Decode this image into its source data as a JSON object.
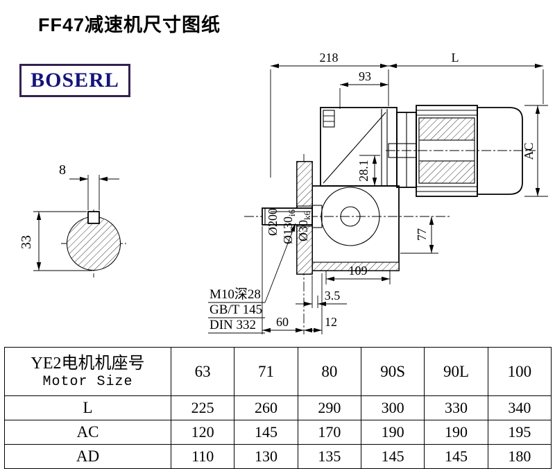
{
  "page": {
    "title": "FF47减速机尺寸图纸"
  },
  "logo": {
    "text": "BOSERL",
    "border_color": "#33214f",
    "text_color": "#14147a"
  },
  "drawing": {
    "dims": {
      "top_width": "218",
      "motor_length": "L",
      "flange_offset": "93",
      "motor_height": "AC",
      "key_width": "8",
      "shaft_section_height": "33",
      "flange_dia": "Ø200",
      "spigot_dia_main": "Ø130",
      "spigot_dia_tol": "i6",
      "shaft_dia_main": "Ø30",
      "shaft_dia_tol": "k6",
      "key_top_dim": "28.1",
      "center_to_bottom": "77",
      "housing_length": "109",
      "flange_thickness": "3.5",
      "tap_hole": "M10深28",
      "tap_std1": "GB/T 145",
      "tap_std2": "DIN 332",
      "shaft_length": "60",
      "flange_gap": "12"
    }
  },
  "table": {
    "row_header_cn": "YE2电机机座号",
    "row_header_en": "Motor Size",
    "motor_sizes": [
      "63",
      "71",
      "80",
      "90S",
      "90L",
      "100"
    ],
    "rows": [
      {
        "label": "L",
        "values": [
          "225",
          "260",
          "290",
          "300",
          "330",
          "340"
        ]
      },
      {
        "label": "AC",
        "values": [
          "120",
          "145",
          "170",
          "190",
          "190",
          "195"
        ]
      },
      {
        "label": "AD",
        "values": [
          "110",
          "130",
          "135",
          "145",
          "145",
          "180"
        ]
      }
    ]
  }
}
